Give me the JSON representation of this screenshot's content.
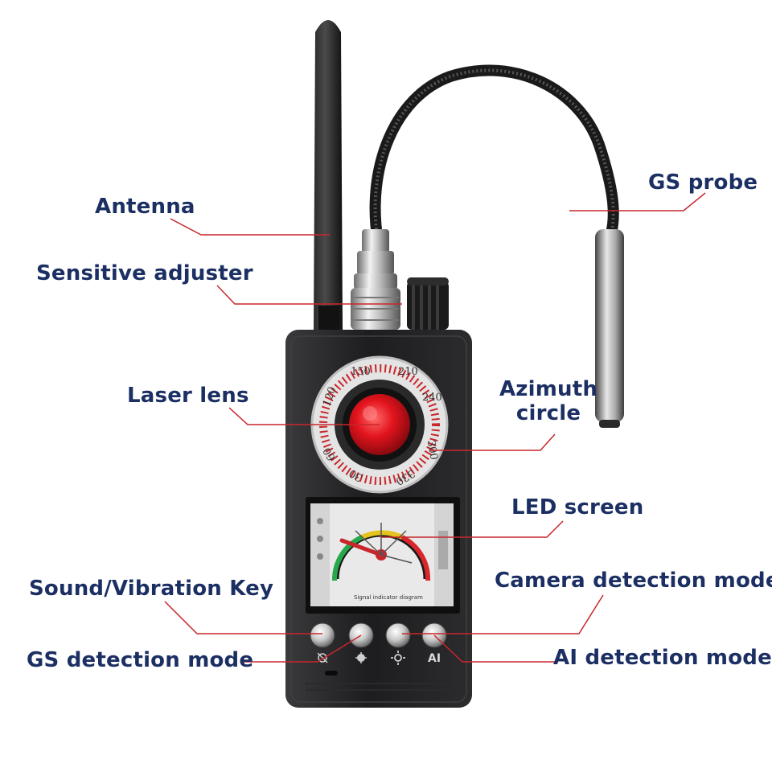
{
  "labels": {
    "antenna": "Antenna",
    "sensitive_adjuster": "Sensitive adjuster",
    "laser_lens": "Laser lens",
    "azimuth_line1": "Azimuth",
    "azimuth_line2": "circle",
    "gs_probe": "GS probe",
    "led_screen": "LED screen",
    "camera_mode": "Camera detection mode",
    "sound_key": "Sound/Vibration Key",
    "gs_mode": "GS detection mode",
    "ai_mode": "AI detection mode"
  },
  "dial": {
    "n150": "150",
    "n210": "210",
    "n240": "240",
    "n120": "120",
    "n300": "300",
    "n60": "60",
    "n30": "30",
    "n330": "330"
  },
  "screen": {
    "caption": "Signal indicator diagram"
  },
  "buttons": {
    "ai_icon": "AI"
  },
  "colors": {
    "label_text": "#1c2f63",
    "leader_line": "#c8262b",
    "device_body": "#1d1d1f",
    "lens": "#e3141d"
  },
  "icons": [
    "antenna-icon",
    "probe-icon",
    "speaker-icon",
    "gs-icon",
    "camera-icon",
    "ai-icon"
  ]
}
